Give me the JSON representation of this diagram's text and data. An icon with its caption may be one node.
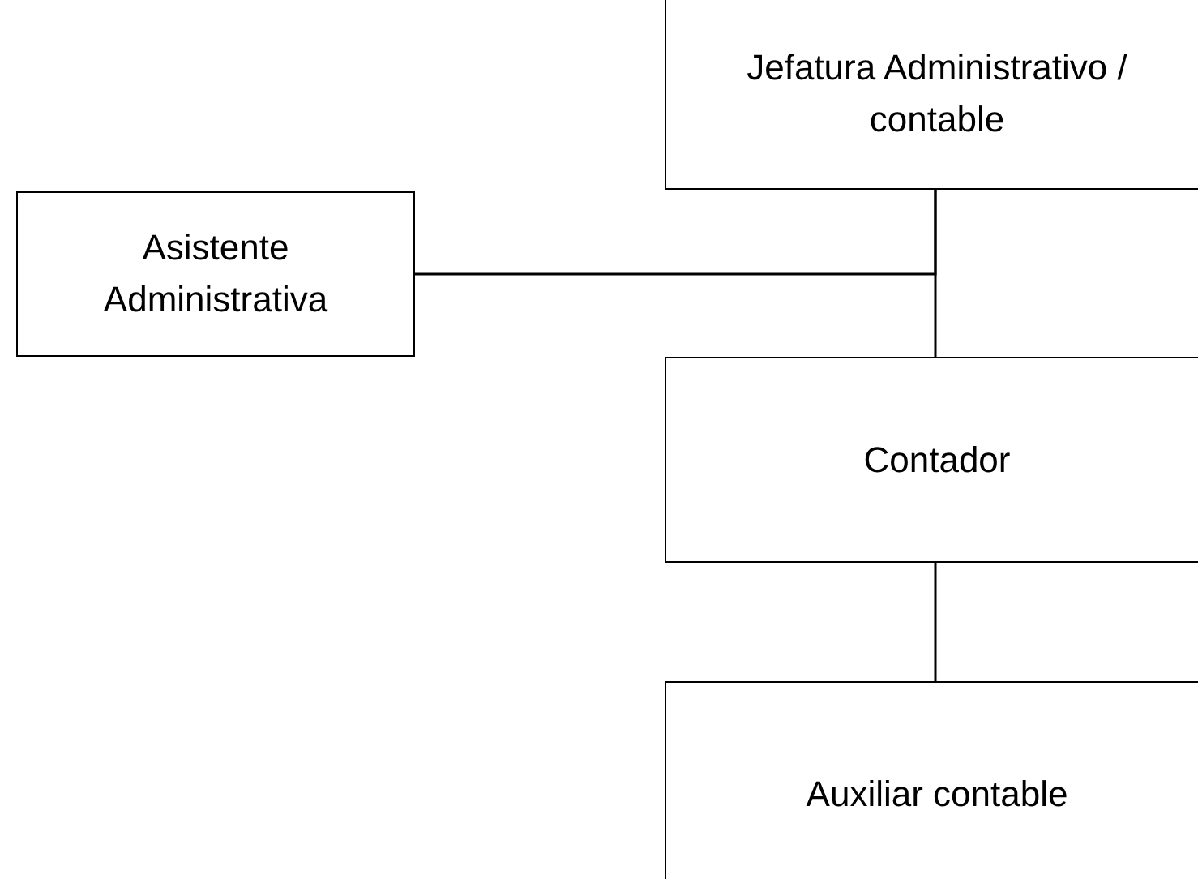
{
  "diagram": {
    "nodes": [
      {
        "text": [
          "Jefatura Administrativo / contable"
        ]
      },
      {
        "text": [
          "Asistente Administrativa"
        ]
      },
      {
        "text": [
          "Contador"
        ]
      },
      {
        "text": [
          "Auxiliar contable"
        ]
      }
    ],
    "edges": [
      {
        "from": 0,
        "to": 2,
        "arrow": "none"
      },
      {
        "from": 1,
        "to": 0,
        "arrow": "none"
      },
      {
        "from": 2,
        "to": 3,
        "arrow": "none"
      }
    ]
  }
}
